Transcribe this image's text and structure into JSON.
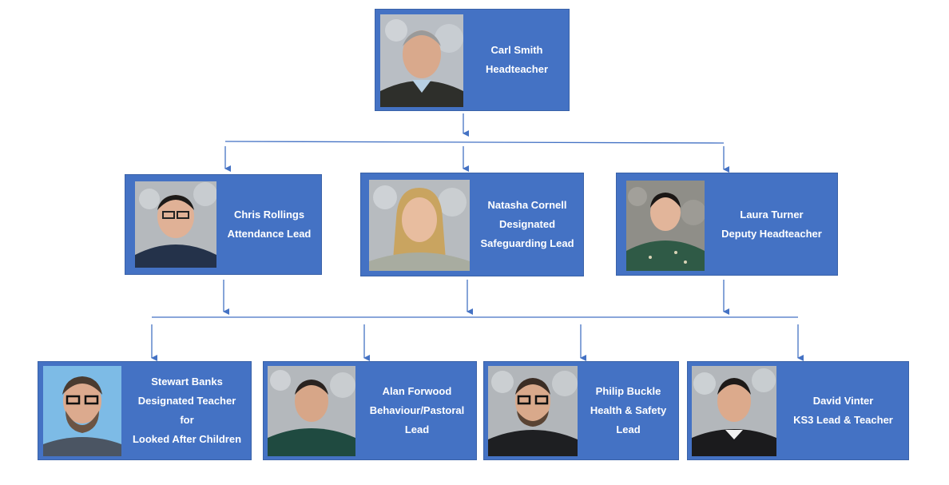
{
  "colors": {
    "box": "#4472C4",
    "line": "#4472C4",
    "text": "#ffffff"
  },
  "people": {
    "carl": {
      "lines": [
        "Carl Smith",
        "Headteacher"
      ]
    },
    "chris": {
      "lines": [
        "Chris Rollings",
        "Attendance Lead"
      ]
    },
    "natasha": {
      "lines": [
        "Natasha Cornell",
        "Designated",
        "Safeguarding Lead"
      ]
    },
    "laura": {
      "lines": [
        "Laura Turner",
        "Deputy Headteacher"
      ]
    },
    "stewart": {
      "lines": [
        "Stewart Banks",
        "Designated Teacher",
        "for",
        "Looked After Children"
      ]
    },
    "alan": {
      "lines": [
        "Alan Forwood",
        "Behaviour/Pastoral",
        "Lead"
      ]
    },
    "philip": {
      "lines": [
        "Philip Buckle",
        "Health & Safety",
        "Lead"
      ]
    },
    "david": {
      "lines": [
        "David Vinter",
        "KS3 Lead & Teacher"
      ]
    }
  }
}
